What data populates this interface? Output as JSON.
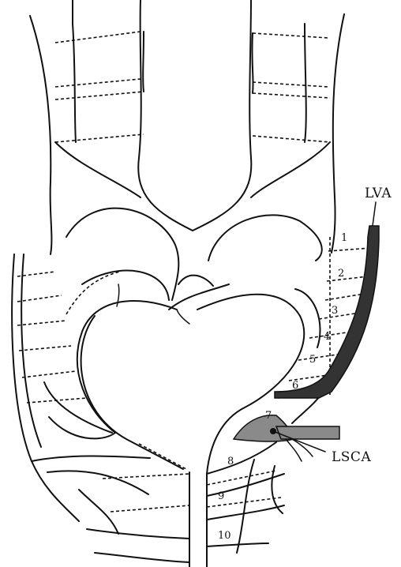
{
  "labels": {
    "lva": "LVA",
    "lsca": "LSCA"
  },
  "segments": [
    "1",
    "2",
    "3",
    "4",
    "5",
    "6",
    "7",
    "8",
    "9",
    "10"
  ],
  "colors": {
    "line": "#111111",
    "lva_fill": "#333333",
    "lsca_fill": "#8a8a8a"
  }
}
